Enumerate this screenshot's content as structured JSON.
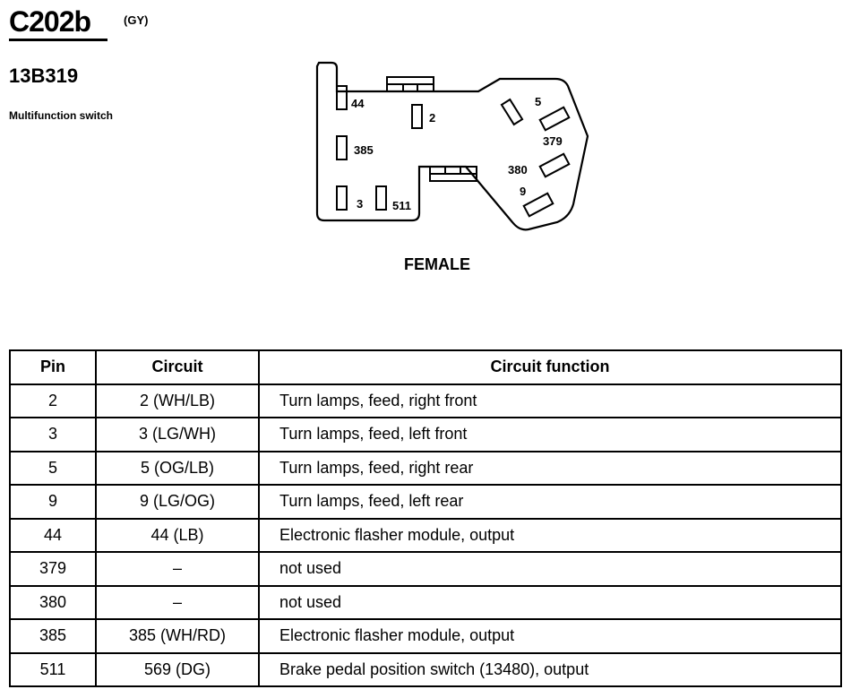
{
  "header": {
    "code": "C202b",
    "color": "(GY)",
    "part_number": "13B319",
    "name": "Multifunction switch"
  },
  "connector": {
    "gender": "FEMALE",
    "pin_labels": {
      "p44": "44",
      "p2": "2",
      "p5": "5",
      "p379": "379",
      "p385": "385",
      "p380": "380",
      "p9": "9",
      "p3": "3",
      "p511": "511"
    }
  },
  "table": {
    "headers": [
      "Pin",
      "Circuit",
      "Circuit function"
    ],
    "rows": [
      {
        "pin": "2",
        "circuit": "2 (WH/LB)",
        "function": "Turn lamps, feed, right front"
      },
      {
        "pin": "3",
        "circuit": "3 (LG/WH)",
        "function": "Turn lamps, feed, left front"
      },
      {
        "pin": "5",
        "circuit": "5 (OG/LB)",
        "function": "Turn lamps, feed, right rear"
      },
      {
        "pin": "9",
        "circuit": "9 (LG/OG)",
        "function": "Turn lamps, feed, left rear"
      },
      {
        "pin": "44",
        "circuit": "44 (LB)",
        "function": "Electronic flasher module, output"
      },
      {
        "pin": "379",
        "circuit": "–",
        "function": "not used"
      },
      {
        "pin": "380",
        "circuit": "–",
        "function": "not used"
      },
      {
        "pin": "385",
        "circuit": "385 (WH/RD)",
        "function": "Electronic flasher module, output"
      },
      {
        "pin": "511",
        "circuit": "569 (DG)",
        "function": "Brake pedal position switch (13480), output"
      }
    ]
  }
}
